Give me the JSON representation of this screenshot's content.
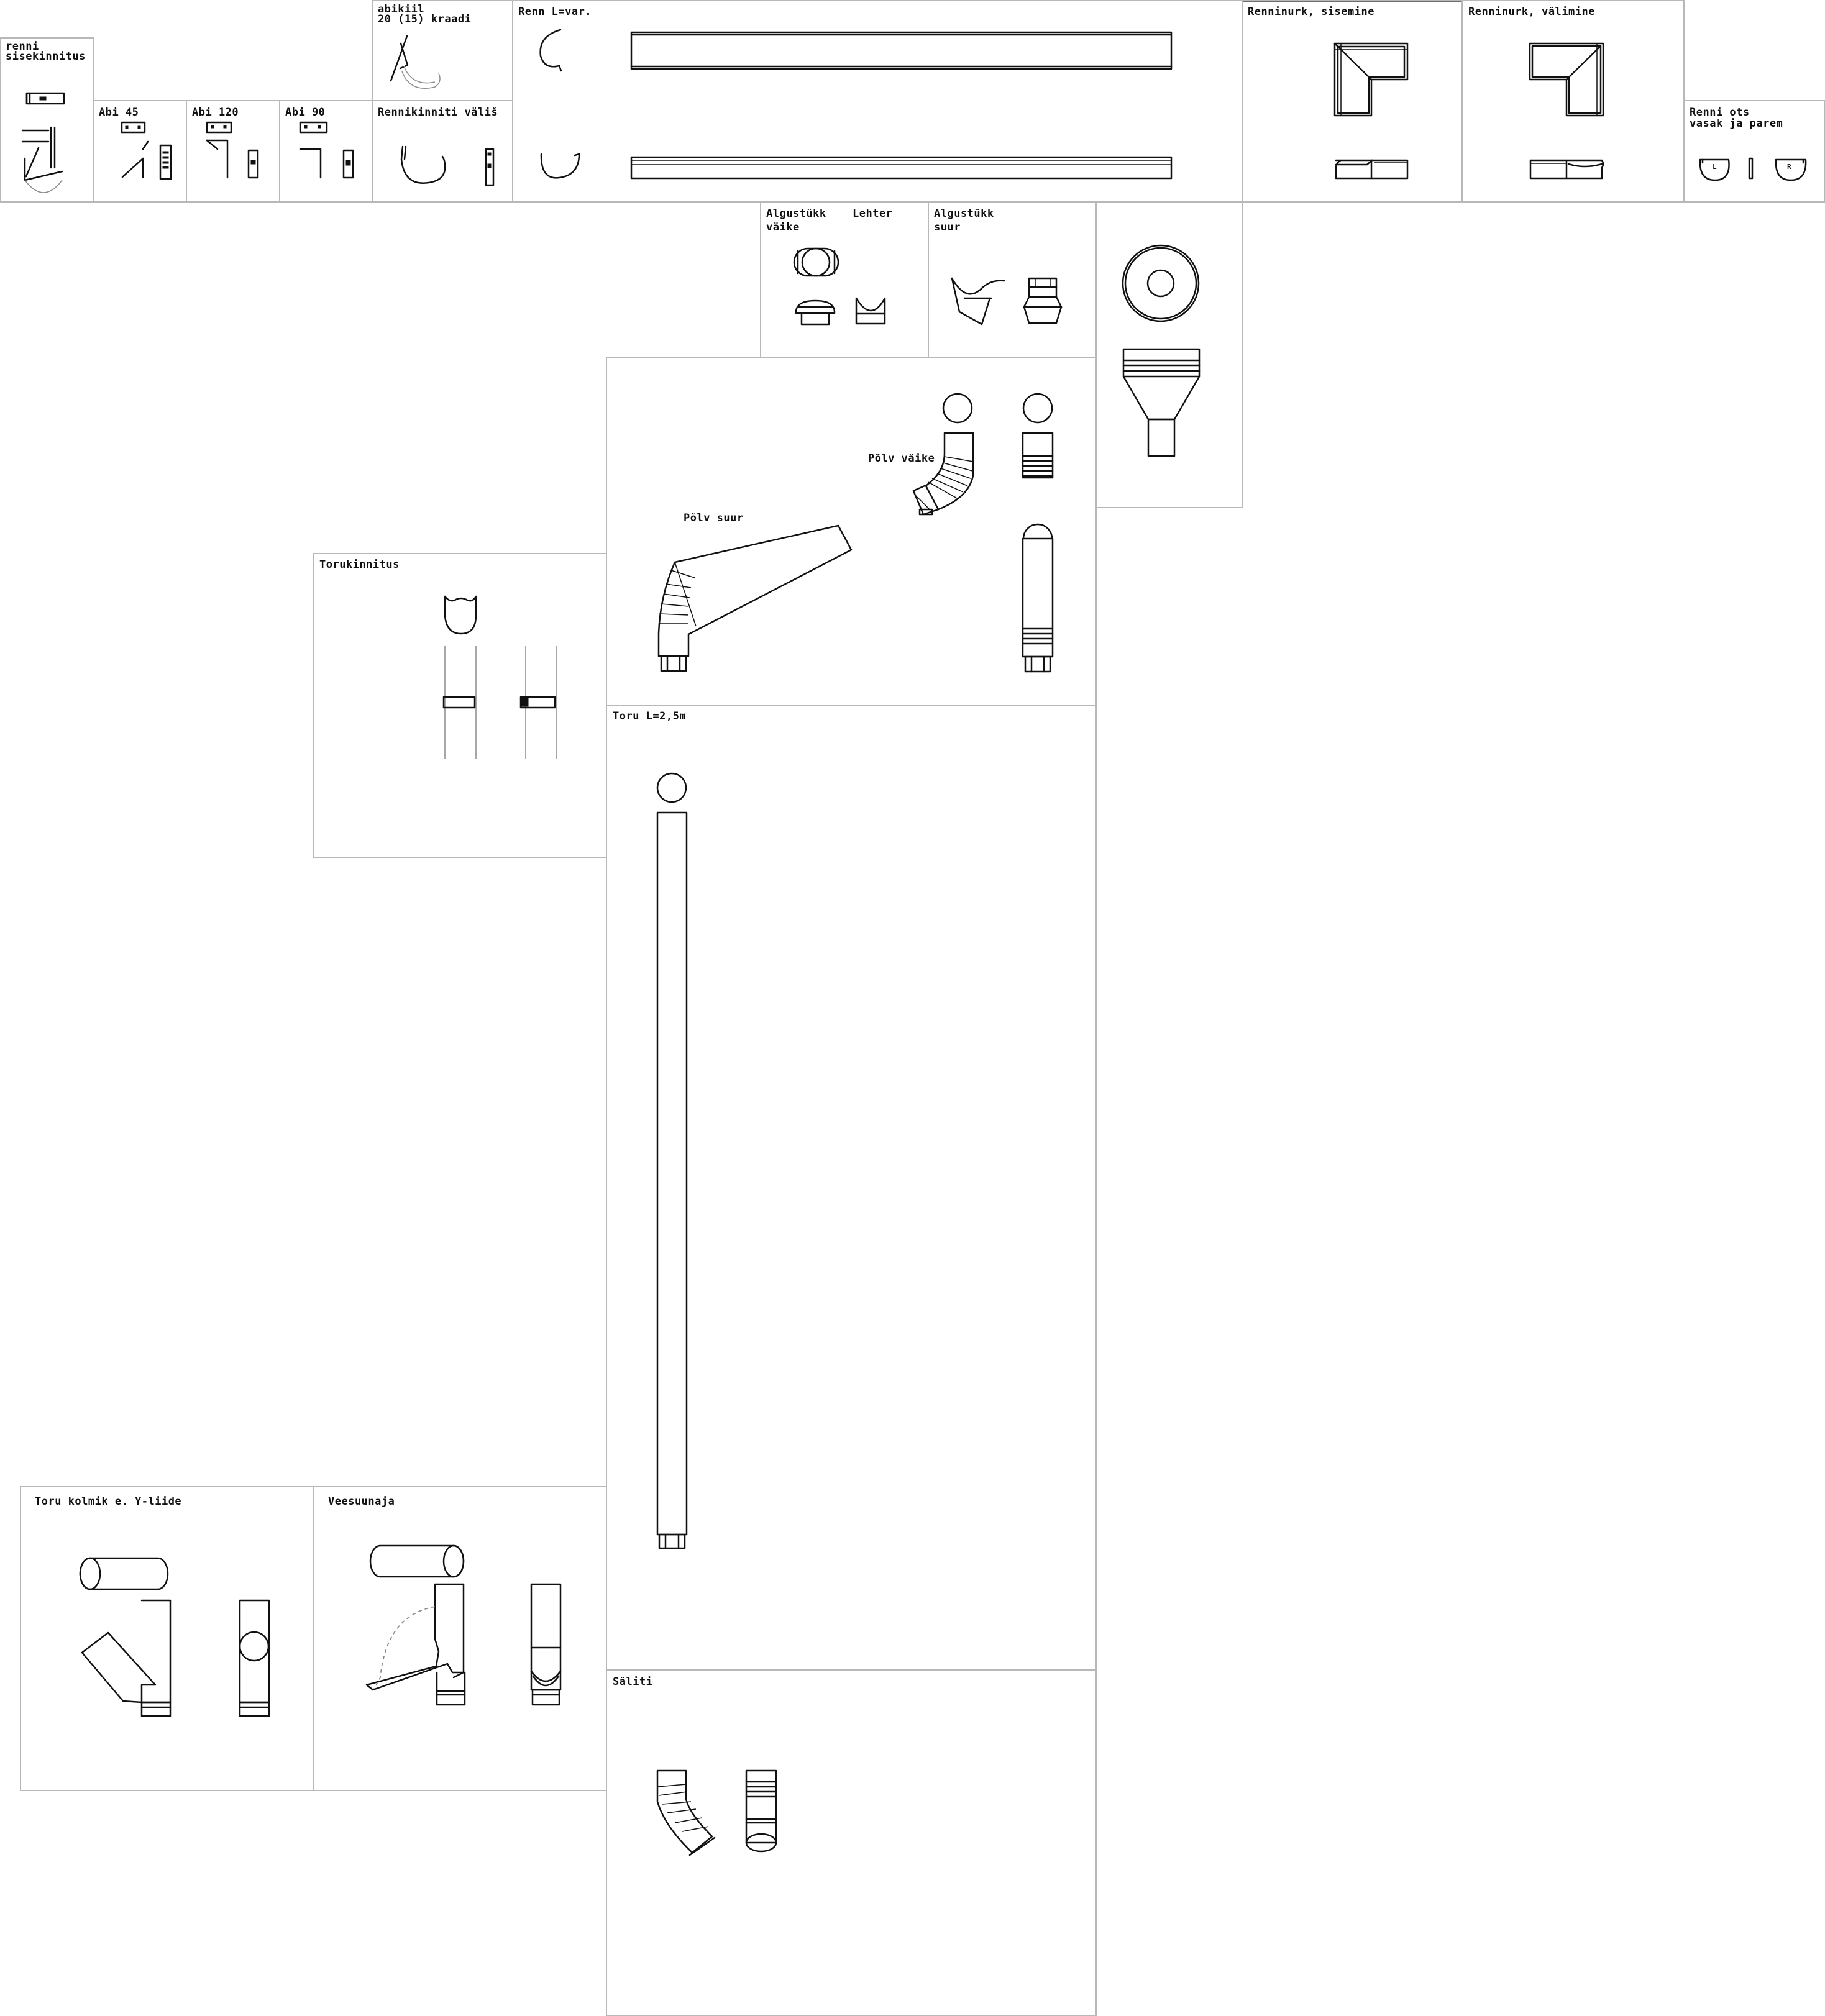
{
  "sheet": {
    "labels": {
      "renni_sisekinnitus": [
        "renni",
        "sisekinnitus"
      ],
      "abi45": "Abi 45",
      "abi120": "Abi 120",
      "abi90": "Abi 90",
      "abikiil": [
        "abikiil",
        "20 (15) kraadi"
      ],
      "rennikinniti_valis": "Rennikinniti väliš",
      "renn": "Renn L=var.",
      "renninurk_sisemine": "Renninurk, sisemine",
      "renninurk_valimine": "Renninurk, välimine",
      "renni_ots": [
        "Renni ots",
        "vasak ja parem"
      ],
      "algustukk_vaike": [
        "Algustükk",
        "väike"
      ],
      "lehter": "Lehter",
      "algustukk_suur": [
        "Algustükk",
        "suur"
      ],
      "polv_vaike": "Põlv väike",
      "polv_suur": "Põlv suur",
      "torukinnitus": "Torukinnitus",
      "toru": "Toru L=2,5m",
      "toru_kolmik": "Toru kolmik e. Y-liide",
      "veesuunaja": "Veesuunaja",
      "saliti": "Säliti"
    },
    "end_cap_marks": {
      "left": "L",
      "right": "R"
    },
    "colors": {
      "ink": "#111111",
      "frame": "#b8b8b8",
      "construction": "#8c8c8c",
      "background": "#ffffff"
    }
  }
}
